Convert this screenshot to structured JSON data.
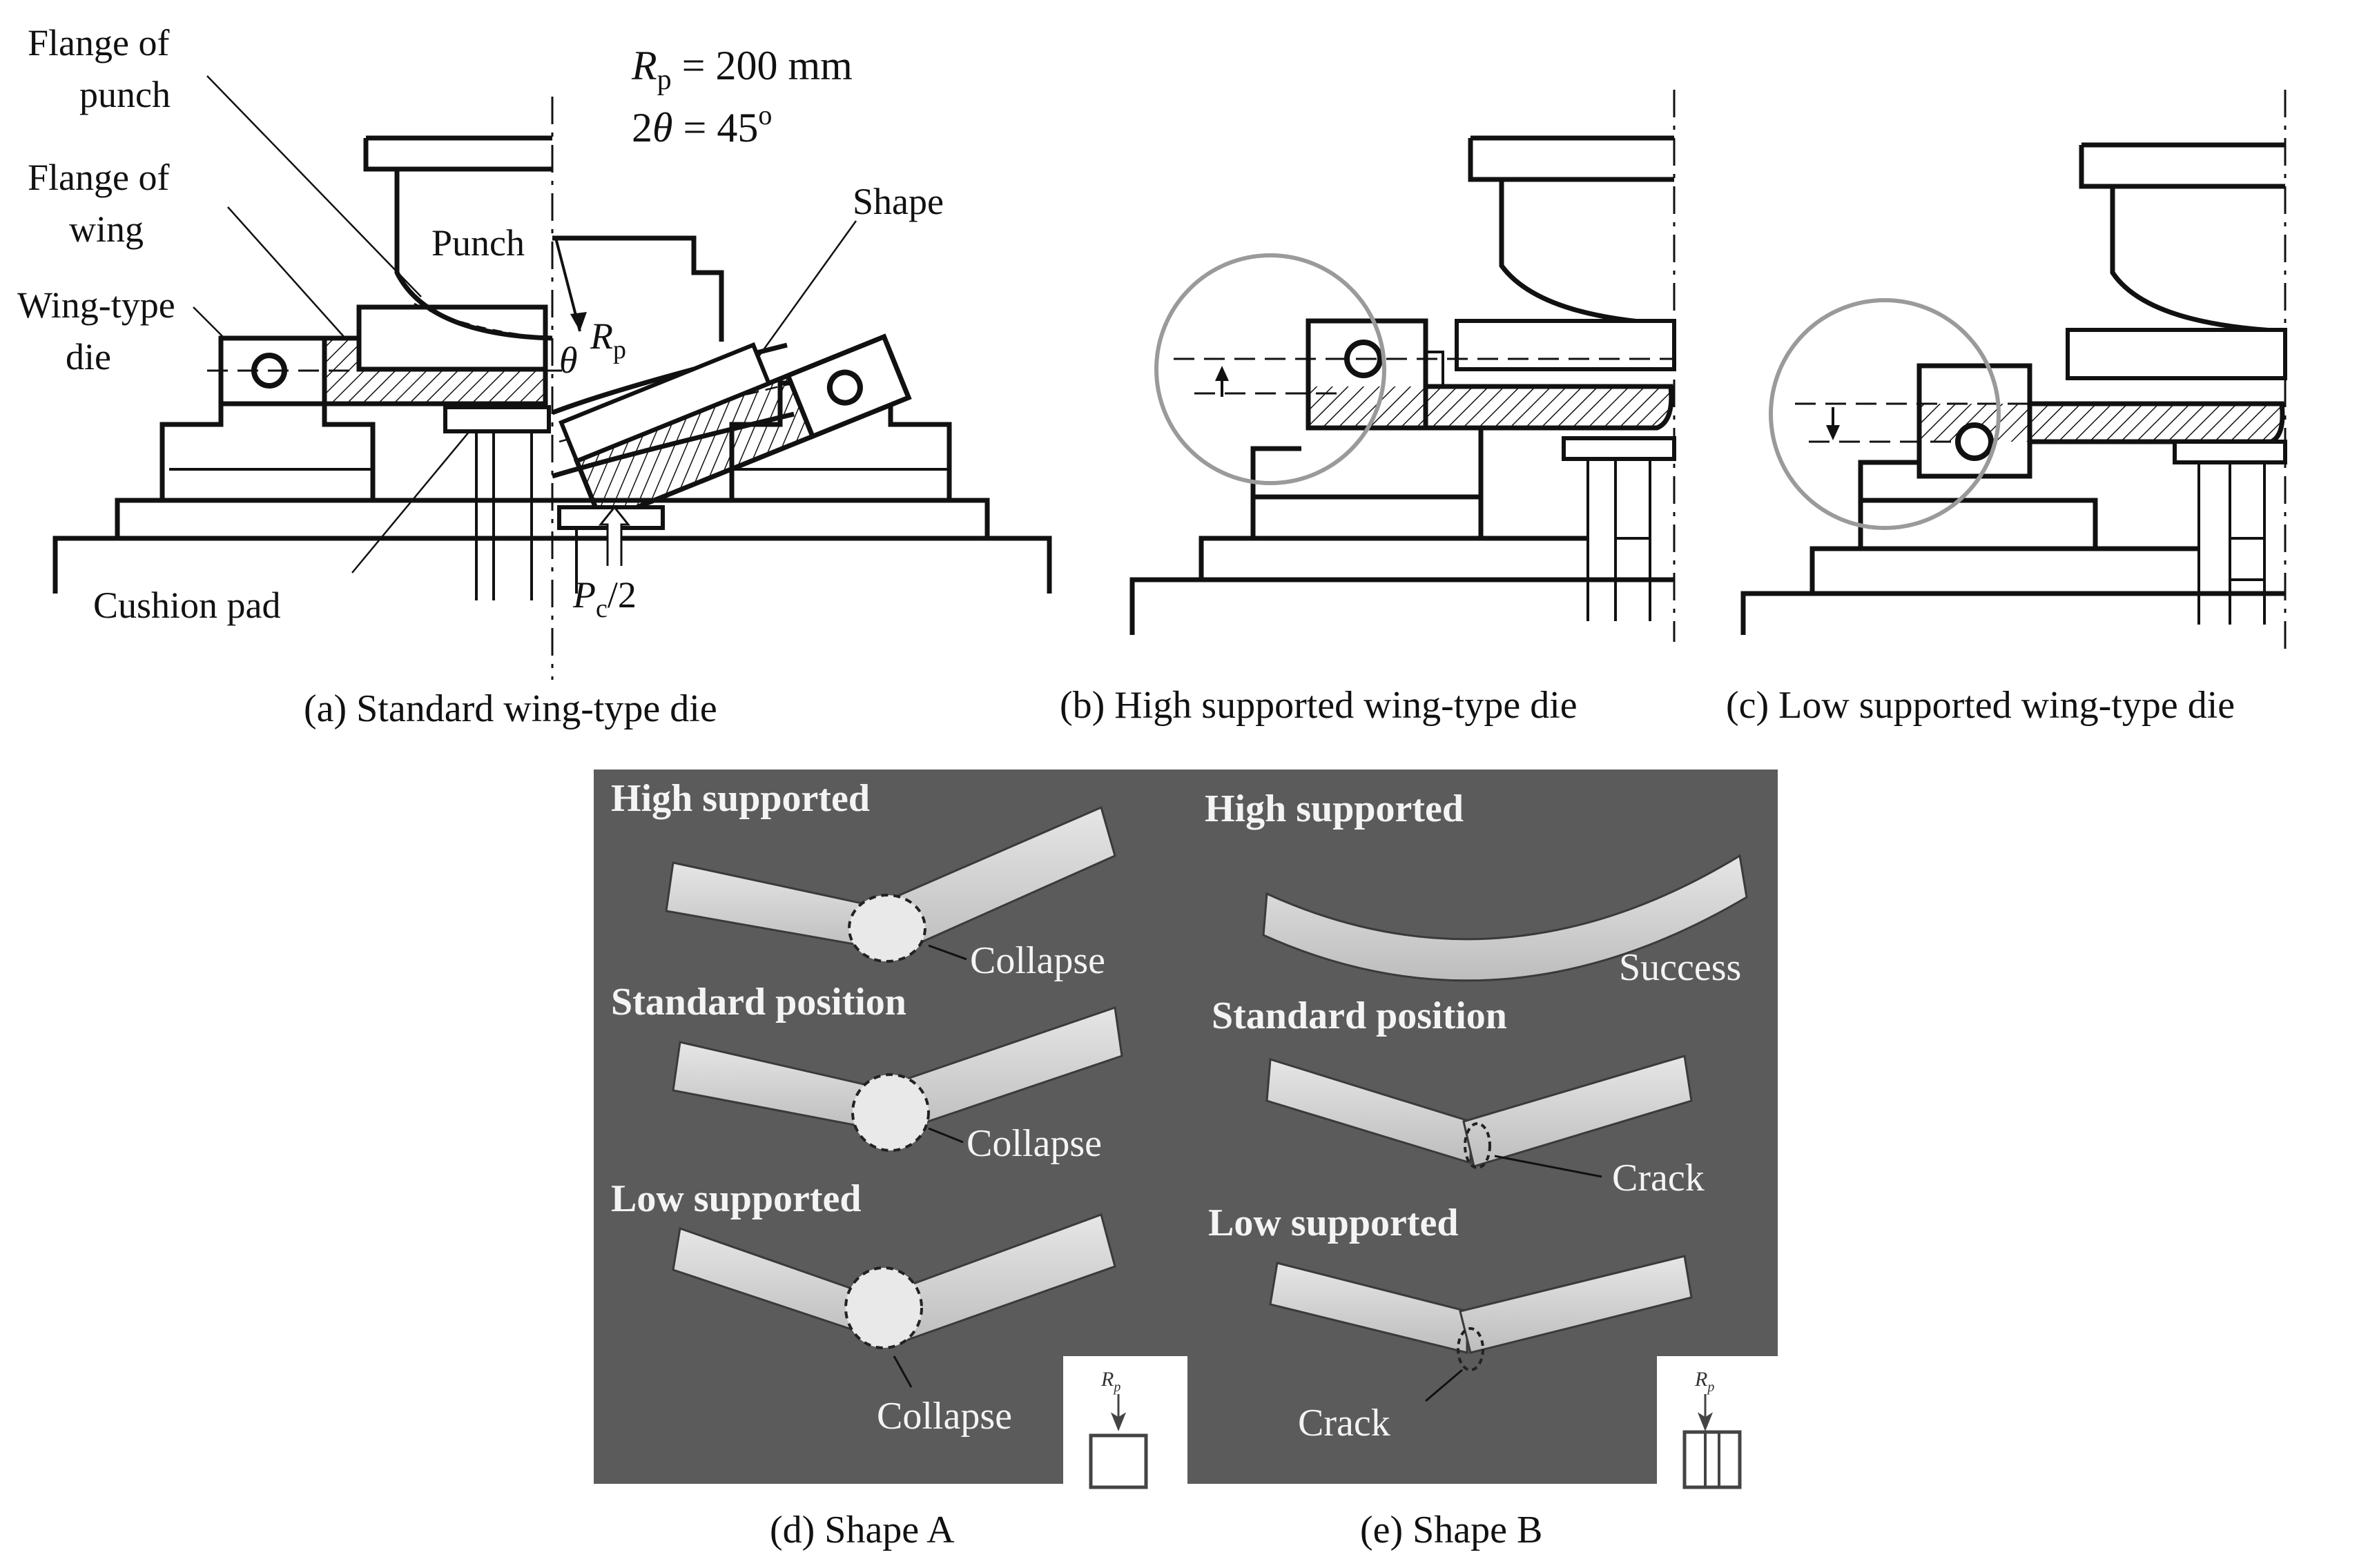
{
  "panel_a": {
    "labels": {
      "flange_punch_1": "Flange of",
      "flange_punch_2": "punch",
      "flange_wing_1": "Flange of",
      "flange_wing_2": "wing",
      "wing_die_1": "Wing-type",
      "wing_die_2": "die",
      "punch": "Punch",
      "shape": "Shape",
      "rp": "R",
      "rp_sub": "p",
      "theta": "θ",
      "cushion": "Cushion pad",
      "pc": "P",
      "pc_sub": "c",
      "pc_rest": "/2"
    },
    "equations": {
      "rp_line_sym": "R",
      "rp_line_sub": "p",
      "rp_line_val": " = 200 mm",
      "theta_line_pre": "2",
      "theta_line_sym": "θ",
      "theta_line_val": " = 45",
      "theta_line_sup": "o"
    },
    "caption": "(a) Standard wing-type die"
  },
  "panel_b": {
    "caption": "(b) High supported wing-type die"
  },
  "panel_c": {
    "caption": "(c) Low supported wing-type die"
  },
  "panel_d": {
    "caption": "(d) Shape A",
    "rows": [
      {
        "title": "High supported",
        "annotation": "Collapse"
      },
      {
        "title": "Standard position",
        "annotation": "Collapse"
      },
      {
        "title": "Low supported",
        "annotation": "Collapse"
      }
    ],
    "inset_label": "R",
    "inset_sub": "p"
  },
  "panel_e": {
    "caption": "(e) Shape B",
    "rows": [
      {
        "title": "High supported",
        "annotation": "Success"
      },
      {
        "title": "Standard position",
        "annotation": "Crack"
      },
      {
        "title": "Low supported",
        "annotation": "Crack"
      }
    ],
    "inset_label": "R",
    "inset_sub": "p"
  },
  "colors": {
    "ink": "#111111",
    "photo_bg": "#5a5a5a",
    "specimen": "#d6d6d6",
    "circle": "#9a9a9a"
  }
}
